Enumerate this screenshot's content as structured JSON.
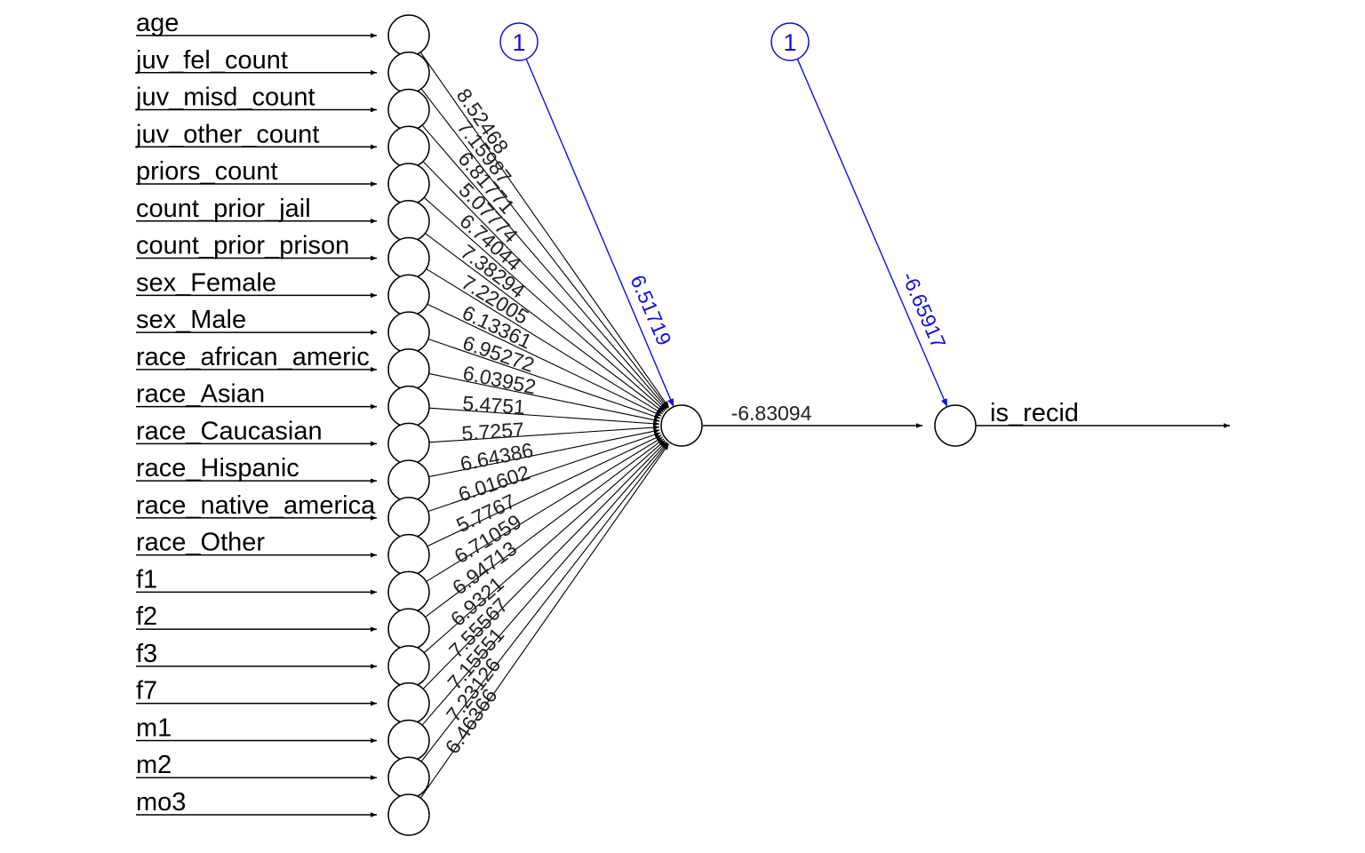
{
  "inputs": [
    "age",
    "juv_fel_count",
    "juv_misd_count",
    "juv_other_count",
    "priors_count",
    "count_prior_jail",
    "count_prior_prison",
    "sex_Female",
    "sex_Male",
    "race_african_americ",
    "race_Asian",
    "race_Caucasian",
    "race_Hispanic",
    "race_native_america",
    "race_Other",
    "f1",
    "f2",
    "f3",
    "f7",
    "m1",
    "m2",
    "mo3"
  ],
  "input_weights": [
    "8.52468",
    "7.15987",
    "6.81771",
    "5.07774",
    "6.74044",
    "7.38294",
    "7.22005",
    "6.13361",
    "6.95272",
    "6.03952",
    "5.4751",
    "5.7257",
    "6.64386",
    "6.01602",
    "5.7767",
    "6.71059",
    "6.94713",
    "6.9321",
    "7.55567",
    "7.15551",
    "7.23126",
    "6.46366"
  ],
  "bias_labels": [
    "1",
    "1"
  ],
  "hidden_bias_weight": "6.51719",
  "output_bias_weight": "-6.65917",
  "hidden_to_output_weight": "-6.83094",
  "output_label": "is_recid",
  "colors": {
    "edge": "#000000",
    "bias": "#1010e0"
  }
}
